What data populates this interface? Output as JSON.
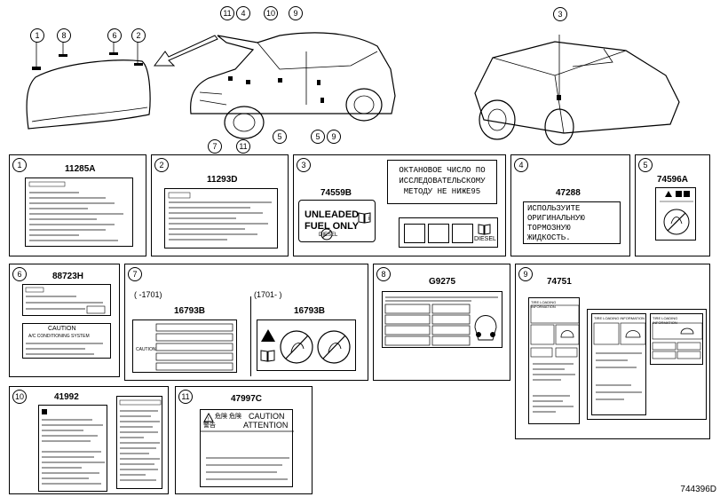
{
  "diagram_code": "744396D",
  "top": {
    "hood_callouts": [
      "1",
      "8",
      "6",
      "2"
    ],
    "front_car_callouts_top": [
      "11",
      "4",
      "10",
      "9"
    ],
    "front_car_callouts_bottom": [
      "7",
      "11",
      "5",
      "5",
      "9"
    ],
    "rear_car_callout": "3"
  },
  "panels": [
    {
      "num": "1",
      "part": "11285A"
    },
    {
      "num": "2",
      "part": "11293D"
    },
    {
      "num": "3",
      "part": "74559B",
      "text_lines": [
        "ОКТАНОВОЕ ЧИСЛО ПО",
        "ИССЛЕДОВАТЕЛЬСКОМУ",
        "МЕТОДУ НЕ НИЖЕ95"
      ],
      "unleaded": "UNLEADED",
      "fuel_only": "FUEL ONLY",
      "diesel_small": "DIESEL",
      "diesel": "DIESEL"
    },
    {
      "num": "4",
      "part": "47288",
      "text_lines": [
        "ИСПОЛЬЗУИТЕ",
        "ОРИГИНАЛЬНУЮ",
        "ТОРМОЗНУЮ",
        "ЖИДКОСТЬ."
      ]
    },
    {
      "num": "5",
      "part": "74596A"
    },
    {
      "num": "6",
      "part": "88723H",
      "caution": "CAUTION",
      "ac": "A/C CONDITIONING SYSTEM"
    },
    {
      "num": "7",
      "part_a": "16793B",
      "part_b": "16793B",
      "range_a": "( -1701)",
      "range_b": "(1701- )",
      "caution": "CAUTION"
    },
    {
      "num": "8",
      "part": "G9275"
    },
    {
      "num": "9",
      "part": "74751",
      "tire": "TIRE LOADING INFORMATION"
    },
    {
      "num": "10",
      "part": "41992"
    },
    {
      "num": "11",
      "part": "47997C",
      "jp1": "危険 危険",
      "jp2": "警告",
      "caution": "CAUTION",
      "attention": "ATTENTION"
    }
  ]
}
